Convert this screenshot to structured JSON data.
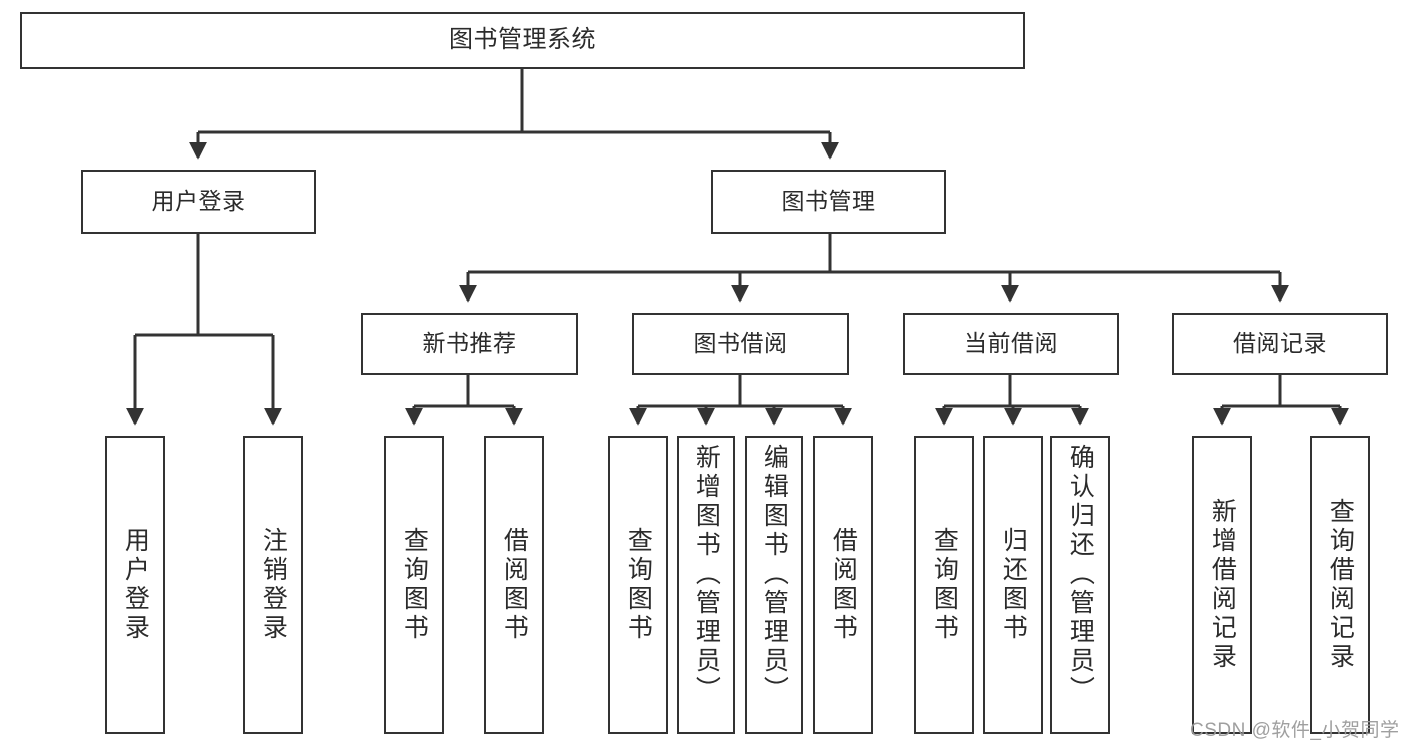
{
  "diagram": {
    "title": "图书管理系统",
    "type": "hierarchy-tree",
    "watermark": "CSDN @软件_小贺同学",
    "colors": {
      "stroke": "#333333",
      "box_fill": "#ffffff",
      "text": "#2b2b2b",
      "watermark": "#9a9a9a",
      "background": "#ffffff"
    },
    "tier1": {
      "root": "图书管理系统"
    },
    "tier2": {
      "user_login": "用户登录",
      "book_management": "图书管理"
    },
    "tier3": {
      "new_book_recommend": "新书推荐",
      "book_borrow": "图书借阅",
      "current_borrow": "当前借阅",
      "borrow_record": "借阅记录"
    },
    "leaves": {
      "login_user": "用户登录",
      "logout_user": "注销登录",
      "rec_query_book": "查询图书",
      "rec_borrow_book": "借阅图书",
      "borrow_query_book": "查询图书",
      "borrow_add_book": "新增图书（管理员）",
      "borrow_edit_book": "编辑图书（管理员）",
      "borrow_borrow_book": "借阅图书",
      "current_query_book": "查询图书",
      "current_return_book": "归还图书",
      "current_confirm_return": "确认归还（管理员）",
      "record_add": "新增借阅记录",
      "record_query": "查询借阅记录"
    }
  }
}
